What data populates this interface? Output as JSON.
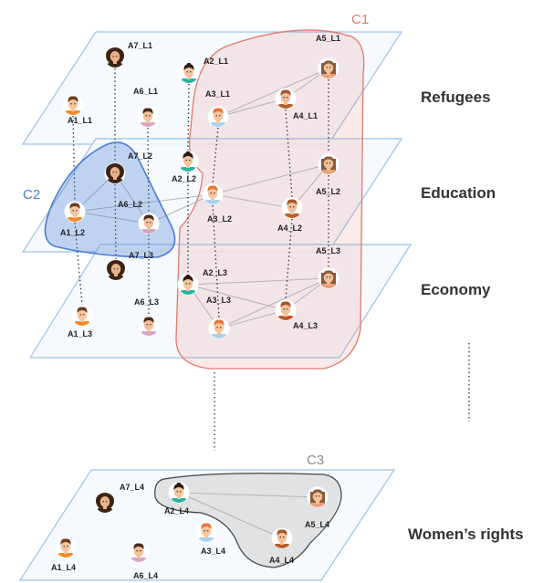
{
  "layers": [
    {
      "id": "L1",
      "name": "Refugees"
    },
    {
      "id": "L2",
      "name": "Education"
    },
    {
      "id": "L3",
      "name": "Economy"
    },
    {
      "id": "L4",
      "name": "Women’s rights"
    }
  ],
  "clusters": [
    {
      "id": "C1",
      "label": "C1",
      "color": "#e07a6e"
    },
    {
      "id": "C2",
      "label": "C2",
      "color": "#4a7fd4"
    },
    {
      "id": "C3",
      "label": "C3",
      "color": "#8c8c8c"
    }
  ],
  "agents": {
    "L1": [
      {
        "id": "A1_L1",
        "label": "A1_L1",
        "avatar": "orange-shirt-boy"
      },
      {
        "id": "A2_L1",
        "label": "A2_L1",
        "avatar": "teal-shirt-girl"
      },
      {
        "id": "A3_L1",
        "label": "A3_L1",
        "avatar": "blue-shirt-boy"
      },
      {
        "id": "A4_L1",
        "label": "A4_L1",
        "avatar": "brown-shirt-man"
      },
      {
        "id": "A5_L1",
        "label": "A5_L1",
        "avatar": "long-hair-woman"
      },
      {
        "id": "A6_L1",
        "label": "A6_L1",
        "avatar": "pink-shirt-man"
      },
      {
        "id": "A7_L1",
        "label": "A7_L1",
        "avatar": "curly-hair-woman"
      }
    ],
    "L2": [
      {
        "id": "A1_L2",
        "label": "A1_L2",
        "avatar": "orange-shirt-boy"
      },
      {
        "id": "A2_L2",
        "label": "A2_L2",
        "avatar": "teal-shirt-girl"
      },
      {
        "id": "A3_L2",
        "label": "A3_L2",
        "avatar": "blue-shirt-boy"
      },
      {
        "id": "A4_L2",
        "label": "A4_L2",
        "avatar": "brown-shirt-man"
      },
      {
        "id": "A5_L2",
        "label": "A5_L2",
        "avatar": "long-hair-woman"
      },
      {
        "id": "A6_L2",
        "label": "A6_L2",
        "avatar": "pink-shirt-man"
      },
      {
        "id": "A7_L2",
        "label": "A7_L2",
        "avatar": "curly-hair-woman"
      }
    ],
    "L3": [
      {
        "id": "A1_L3",
        "label": "A1_L3",
        "avatar": "orange-shirt-boy"
      },
      {
        "id": "A2_L3",
        "label": "A2_L3",
        "avatar": "teal-shirt-girl"
      },
      {
        "id": "A3_L3",
        "label": "A3_L3",
        "avatar": "blue-shirt-boy"
      },
      {
        "id": "A4_L3",
        "label": "A4_L3",
        "avatar": "brown-shirt-man"
      },
      {
        "id": "A5_L3",
        "label": "A5_L3",
        "avatar": "long-hair-woman"
      },
      {
        "id": "A6_L3",
        "label": "A6_L3",
        "avatar": "pink-shirt-man"
      },
      {
        "id": "A7_L3",
        "label": "A7_L3",
        "avatar": "curly-hair-woman"
      }
    ],
    "L4": [
      {
        "id": "A1_L4",
        "label": "A1_L4",
        "avatar": "orange-shirt-boy"
      },
      {
        "id": "A2_L4",
        "label": "A2_L4",
        "avatar": "teal-shirt-girl"
      },
      {
        "id": "A3_L4",
        "label": "A3_L4",
        "avatar": "blue-shirt-boy"
      },
      {
        "id": "A4_L4",
        "label": "A4_L4",
        "avatar": "brown-shirt-man"
      },
      {
        "id": "A5_L4",
        "label": "A5_L4",
        "avatar": "long-hair-woman"
      },
      {
        "id": "A6_L4",
        "label": "A6_L4",
        "avatar": "pink-shirt-man"
      },
      {
        "id": "A7_L4",
        "label": "A7_L4",
        "avatar": "curly-hair-woman"
      }
    ]
  },
  "edges": {
    "L1": [
      [
        "A3_L1",
        "A5_L1"
      ],
      [
        "A3_L1",
        "A4_L1"
      ],
      [
        "A4_L1",
        "A5_L1"
      ]
    ],
    "L2": [
      [
        "A7_L2",
        "A1_L2"
      ],
      [
        "A7_L2",
        "A6_L2"
      ],
      [
        "A1_L2",
        "A6_L2"
      ],
      [
        "A1_L2",
        "A3_L2"
      ],
      [
        "A6_L2",
        "A3_L2"
      ],
      [
        "A3_L2",
        "A4_L2"
      ],
      [
        "A3_L2",
        "A5_L2"
      ],
      [
        "A4_L2",
        "A5_L2"
      ]
    ],
    "L3": [
      [
        "A2_L3",
        "A3_L3"
      ],
      [
        "A2_L3",
        "A4_L3"
      ],
      [
        "A2_L3",
        "A5_L3"
      ],
      [
        "A3_L3",
        "A4_L3"
      ],
      [
        "A3_L3",
        "A5_L3"
      ],
      [
        "A4_L3",
        "A5_L3"
      ]
    ],
    "L4": [
      [
        "A2_L4",
        "A4_L4"
      ],
      [
        "A2_L4",
        "A5_L4"
      ]
    ]
  },
  "interlayer_links": [
    [
      "A1_L1",
      "A1_L2"
    ],
    [
      "A1_L2",
      "A1_L3"
    ],
    [
      "A2_L1",
      "A2_L2"
    ],
    [
      "A2_L2",
      "A2_L3"
    ],
    [
      "A3_L1",
      "A3_L2"
    ],
    [
      "A3_L2",
      "A3_L3"
    ],
    [
      "A4_L1",
      "A4_L2"
    ],
    [
      "A4_L2",
      "A4_L3"
    ],
    [
      "A5_L1",
      "A5_L2"
    ],
    [
      "A5_L2",
      "A5_L3"
    ],
    [
      "A6_L1",
      "A6_L2"
    ],
    [
      "A6_L2",
      "A6_L3"
    ],
    [
      "A7_L1",
      "A7_L2"
    ],
    [
      "A7_L2",
      "A7_L3"
    ]
  ],
  "colors": {
    "plane_stroke": "#9cc3e8",
    "plane_fill": "#f4f9fe",
    "edge": "#b5b5b5",
    "interlayer": "#333333"
  }
}
